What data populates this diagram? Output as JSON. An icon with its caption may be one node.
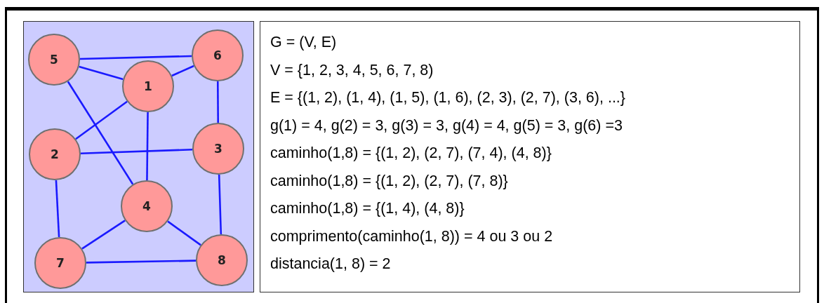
{
  "diagram": {
    "nodes": [
      {
        "text": [],
        "shape": "box"
      },
      {
        "text": [
          "5"
        ],
        "in": 0
      },
      {
        "text": [
          "6"
        ],
        "in": 0
      },
      {
        "text": [
          "1"
        ],
        "in": 0
      },
      {
        "text": [
          "2"
        ],
        "in": 0
      },
      {
        "text": [
          "3"
        ],
        "in": 0
      },
      {
        "text": [
          "4"
        ],
        "in": 0
      },
      {
        "text": [
          "7"
        ],
        "in": 0
      },
      {
        "text": [
          "8"
        ],
        "in": 0
      },
      {
        "text": [
          "G = (V, E)",
          "V = {1, 2, 3, 4, 5, 6, 7, 8)",
          "E = {(1, 2), (1, 4), (1, 5), (1, 6), (2, 3), (2, 7), (3, 6), ...}",
          "g(1) = 4, g(2) = 3, g(3) = 3, g(4) = 4, g(5) = 3, g(6) =3",
          "caminho(1,8) = {(1, 2), (2, 7), (7, 4), (4, 8)}",
          "caminho(1,8) = {(1, 2), (2, 7), (7, 8)}",
          "caminho(1,8) = {(1, 4), (4, 8)}",
          "comprimento(caminho(1, 8)) = 4 ou 3 ou 2",
          "distancia(1, 8) = 2"
        ]
      }
    ],
    "edges": [
      {
        "from": 1,
        "to": 2,
        "arrow": "none"
      },
      {
        "from": 1,
        "to": 3,
        "arrow": "none"
      },
      {
        "from": 3,
        "to": 2,
        "arrow": "none"
      },
      {
        "from": 1,
        "to": 6,
        "arrow": "none"
      },
      {
        "from": 3,
        "to": 4,
        "arrow": "none"
      },
      {
        "from": 3,
        "to": 6,
        "arrow": "none"
      },
      {
        "from": 2,
        "to": 5,
        "arrow": "none"
      },
      {
        "from": 4,
        "to": 5,
        "arrow": "none"
      },
      {
        "from": 4,
        "to": 7,
        "arrow": "none"
      },
      {
        "from": 5,
        "to": 8,
        "arrow": "none"
      },
      {
        "from": 6,
        "to": 7,
        "arrow": "none"
      },
      {
        "from": 6,
        "to": 8,
        "arrow": "none"
      },
      {
        "from": 7,
        "to": 8,
        "arrow": "none"
      }
    ]
  }
}
